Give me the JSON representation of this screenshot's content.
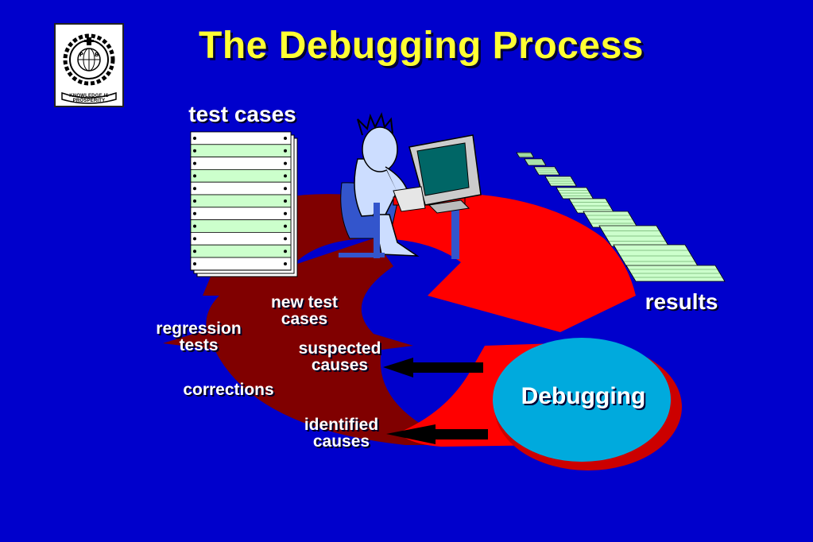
{
  "slide": {
    "title": "The Debugging Process",
    "logo_motto": "KNOWLEDGE IS PROSPERITY",
    "logo_letters": [
      "P",
      "B"
    ]
  },
  "diagram": {
    "test_cases": "test cases",
    "results": "results",
    "debugging": "Debugging",
    "new_test_cases": [
      "new test",
      "cases"
    ],
    "regression_tests": [
      "regression",
      "tests"
    ],
    "suspected_causes": [
      "suspected",
      "causes"
    ],
    "corrections": "corrections",
    "identified_causes": [
      "identified",
      "causes"
    ]
  },
  "colors": {
    "background": "#0000cc",
    "title": "#ffff33",
    "flow_bright": "#ff0000",
    "flow_dark": "#800000",
    "debug_ellipse": "#00aadd",
    "debug_shadow": "#cc0000",
    "paper": "#ccffcc"
  }
}
